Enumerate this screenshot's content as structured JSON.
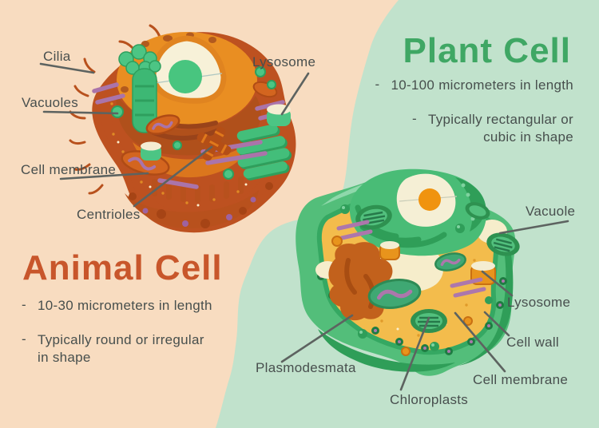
{
  "bullet_char": "-",
  "colors": {
    "background_left": "#F8DCC0",
    "background_right": "#C1E2CC",
    "animal_title": "#C8562B",
    "plant_title": "#3FA764",
    "label_text": "#484F4E",
    "leader_line": "#5D6360"
  },
  "animal_section": {
    "title": "Animal Cell",
    "bullets": [
      {
        "lines": [
          "10-30 micrometers in length"
        ]
      },
      {
        "lines": [
          "Typically round or irregular",
          "in shape"
        ]
      }
    ],
    "labels": {
      "cilia": "Cilia",
      "vacuoles": "Vacuoles",
      "cell_membrane": "Cell membrane",
      "centrioles": "Centrioles",
      "lysosome": "Lysosome"
    }
  },
  "plant_section": {
    "title": "Plant Cell",
    "bullets": [
      {
        "lines": [
          "10-100 micrometers in length"
        ]
      },
      {
        "lines": [
          "Typically rectangular or",
          "cubic in shape"
        ]
      }
    ],
    "labels": {
      "vacuole": "Vacuole",
      "lysosome": "Lysosome",
      "cell_wall": "Cell wall",
      "cell_membrane": "Cell membrane",
      "chloroplasts": "Chloroplasts",
      "plasmodesmata": "Plasmodesmata"
    }
  }
}
